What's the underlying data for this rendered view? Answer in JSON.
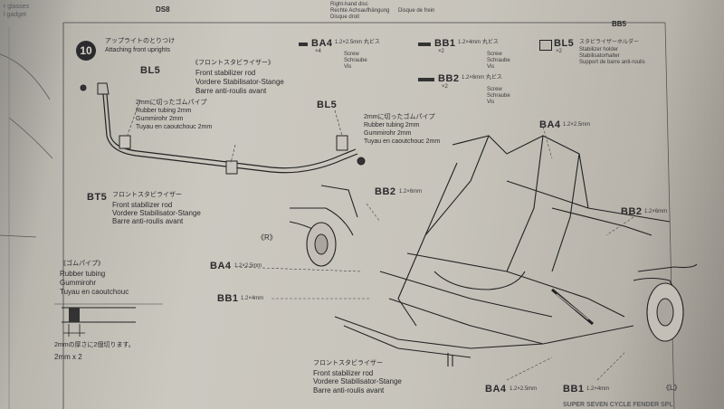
{
  "header": {
    "fragment_left_1": "r glasses",
    "fragment_left_2": "l gadget",
    "fragment_ds8": "DS8",
    "fragment_mid_1": "Right-hand disc",
    "fragment_mid_2": "Rechte Achsaufhängung",
    "fragment_mid_3": "Disque droit",
    "fragment_mid_4": "Disque de frein",
    "fragment_bb": "BB5"
  },
  "step": {
    "number": "10",
    "title_jp": "アップライトのとりつけ",
    "title_en": "Attaching front uprights"
  },
  "parts_legend": [
    {
      "code": "BA4",
      "spec": "1.2×2.5mm 丸ビス",
      "qty": "×4",
      "lines": [
        "Screw",
        "Schraube",
        "Vis"
      ]
    },
    {
      "code": "BB1",
      "spec": "1.2×4mm 丸ビス",
      "qty": "×2",
      "lines": [
        "Screw",
        "Schraube",
        "Vis"
      ]
    },
    {
      "code": "BB2",
      "spec": "1.2×6mm 丸ビス",
      "qty": "×2",
      "lines": [
        "Screw",
        "Schraube",
        "Vis"
      ]
    },
    {
      "code": "BL5",
      "spec": "スタビライザーホルダー",
      "qty": "×2",
      "lines": [
        "Stabilizer holder",
        "Stabilisatorhalter",
        "Support de barre anti-roulis"
      ]
    }
  ],
  "labels": {
    "bl5_top": "BL5",
    "stab_jp": "《フロントスタビライザー》",
    "stab_en": "Front stabilizer rod",
    "stab_de": "Vordere Stabilisator-Stange",
    "stab_fr": "Barre anti-roulis avant",
    "tube_jp_1": "2mmに切ったゴムパイプ",
    "tube_en_1": "Rubber tubing 2mm",
    "tube_de_1": "Gummirohr 2mm",
    "tube_fr_1": "Tuyau en caoutchouc 2mm",
    "bl5_right": "BL5",
    "tube_jp_2": "2mmに切ったゴムパイプ",
    "tube_en_2": "Rubber tubing 2mm",
    "tube_de_2": "Gummirohr 2mm",
    "tube_fr_2": "Tuyau en caoutchouc 2mm",
    "bt5_code": "BT5",
    "bt5_jp": "フロントスタビライザー",
    "bt5_en": "Front stabilizer rod",
    "bt5_de": "Vordere Stabilisator-Stange",
    "bt5_fr": "Barre anti-roulis avant",
    "r_mark": "《R》",
    "ba4_code_1": "BA4",
    "ba4_spec_1": "1.2×2.5mm",
    "bb1_code_1": "BB1",
    "bb1_spec_1": "1.2×4mm",
    "bb2_code_1": "BB2",
    "bb2_spec_1": "1.2×6mm",
    "ba4_code_2": "BA4",
    "ba4_spec_2": "1.2×2.5mm",
    "bb2_code_2": "BB2",
    "bb2_spec_2": "1.2×6mm",
    "stab2_jp": "フロントスタビライザー",
    "stab2_en": "Front stabilizer rod",
    "stab2_de": "Vordere Stabilisator-Stange",
    "stab2_fr": "Barre anti-roulis avant",
    "ba4_code_3": "BA4",
    "ba4_spec_3": "1.2×2.5mm",
    "bb1_code_2": "BB1",
    "bb1_spec_2": "1.2×4mm",
    "l_mark": "《L》"
  },
  "rubber_box": {
    "title_jp": "《ゴムパイプ》",
    "en": "Rubber tubing",
    "de": "Gummirohr",
    "fr": "Tuyau en caoutchouc",
    "cut_jp": "2mmの厚さに2個切ります。",
    "cut_en": "2mm x 2"
  },
  "footer": {
    "product": "SUPER SEVEN CYCLE FENDER SPL"
  }
}
